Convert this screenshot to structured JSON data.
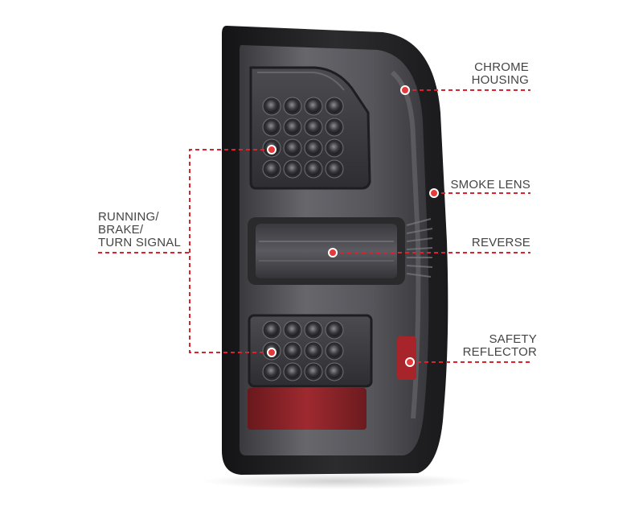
{
  "callouts": {
    "chrome_housing": [
      "CHROME",
      "HOUSING"
    ],
    "smoke_lens": [
      "SMOKE LENS"
    ],
    "reverse": [
      "REVERSE"
    ],
    "safety_reflector": [
      "SAFETY",
      "REFLECTOR"
    ],
    "running_brake_turn": [
      "RUNNING/",
      "BRAKE/",
      "TURN SIGNAL"
    ]
  },
  "colors": {
    "callout_line": "#d9232e",
    "callout_dot": "#e53a3a",
    "housing": "#2a2a2c",
    "lens_smoke": "#5c5c60",
    "reflector": "#9c1d22",
    "label_text": "#444444"
  }
}
